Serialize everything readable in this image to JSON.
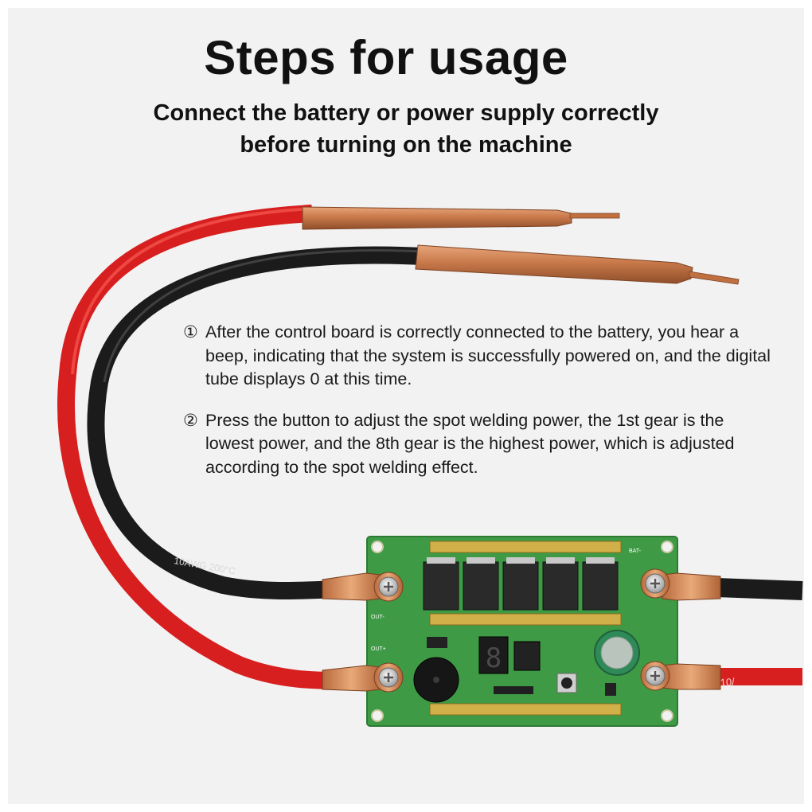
{
  "header": {
    "title": "Steps for usage",
    "subtitle_line1": "Connect the battery or power supply correctly",
    "subtitle_line2": "before turning on the machine"
  },
  "steps": [
    {
      "number": "①",
      "text": "After the control board is correctly connected to the battery, you hear a beep, indicating that the system is successfully powered on, and the digital tube displays 0 at this time."
    },
    {
      "number": "②",
      "text": "Press the button to adjust the spot welding power, the 1st gear is the lowest power, and the 8th gear is the highest power, which is adjusted according to the spot welding effect."
    }
  ],
  "cable_markings": {
    "black_cable_text": "10AWG 200°C",
    "red_cable_text": "10/"
  },
  "board_labels": {
    "display_digit": "8",
    "out_minus": "OUT-",
    "out_plus": "OUT+",
    "bat_minus": "BAT-"
  },
  "colors": {
    "background": "#f2f2f2",
    "red_cable": "#d81f1f",
    "black_cable": "#1b1b1b",
    "copper": "#c9794a",
    "pcb_green": "#3f9a45"
  }
}
